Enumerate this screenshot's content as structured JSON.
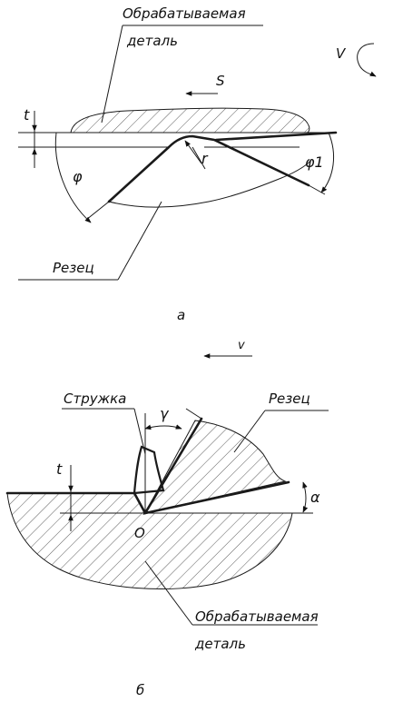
{
  "figure_a": {
    "workpiece_label_line1": "Обрабатываемая",
    "workpiece_label_line2": "деталь",
    "feed_symbol": "S",
    "speed_symbol": "V",
    "depth_symbol": "t",
    "main_angle_symbol": "φ",
    "aux_angle_symbol": "φ1",
    "radius_symbol": "r",
    "tool_label": "Резец",
    "caption": "а"
  },
  "figure_b": {
    "speed_symbol": "v",
    "chip_label": "Стружка",
    "tool_label": "Резец",
    "rake_angle_symbol": "γ",
    "clearance_angle_symbol": "α",
    "depth_symbol": "t",
    "origin_symbol": "O",
    "workpiece_label_line1": "Обрабатываемая",
    "workpiece_label_line2": "деталь",
    "caption": "б"
  }
}
